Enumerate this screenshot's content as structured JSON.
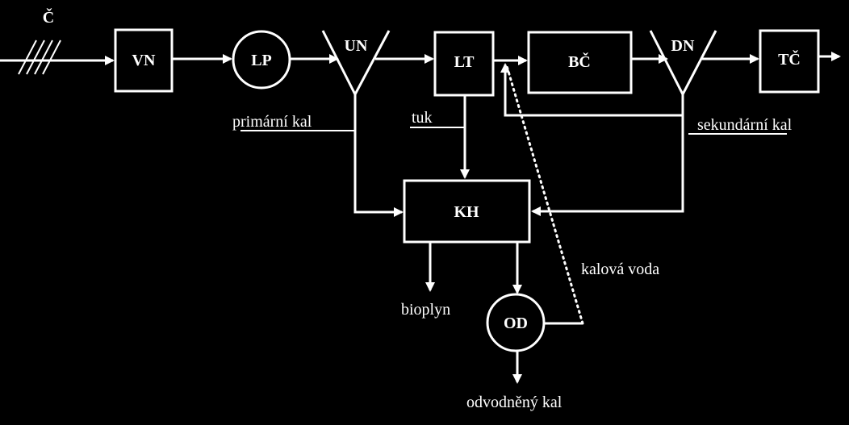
{
  "colors": {
    "background": "#000000",
    "foreground": "#ffffff"
  },
  "nodes": {
    "c": "Č",
    "vn": "VN",
    "lp": "LP",
    "un": "UN",
    "lt": "LT",
    "bc": "BČ",
    "dn": "DN",
    "tc": "TČ",
    "kh": "KH",
    "od": "OD"
  },
  "labels": {
    "primarni_kal": "primární kal",
    "tuk": "tuk",
    "sekundarni_kal": "sekundární kal",
    "kalova_voda": "kalová voda",
    "bioplyn": "bioplyn",
    "odvodneny_kal": "odvodněný kal"
  }
}
